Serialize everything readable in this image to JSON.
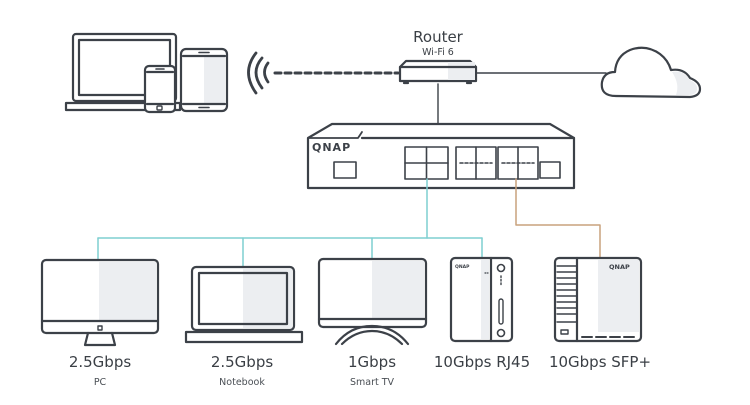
{
  "colors": {
    "outline": "#3c4148",
    "shade": "#eceef1",
    "teal_link": "#7fcfd1",
    "copper_link": "#c9a27d",
    "text": "#3a3f45"
  },
  "router": {
    "title": "Router",
    "subtitle": "Wi-Fi 6",
    "icon": "router-icon"
  },
  "switch": {
    "brand": "QNAP",
    "icon": "network-switch-icon"
  },
  "cloud": {
    "icon": "cloud-icon"
  },
  "wireless_clients": [
    {
      "icon": "laptop-icon"
    },
    {
      "icon": "smartphone-icon"
    },
    {
      "icon": "tablet-icon"
    }
  ],
  "wifi_signal": {
    "icon": "wifi-signal-icon"
  },
  "wired_devices": [
    {
      "speed": "2.5Gbps",
      "name": "PC",
      "icon": "monitor-icon"
    },
    {
      "speed": "2.5Gbps",
      "name": "Notebook",
      "icon": "laptop-icon"
    },
    {
      "speed": "1Gbps",
      "name": "Smart TV",
      "icon": "tv-icon"
    },
    {
      "speed": "10Gbps RJ45",
      "name": "",
      "icon": "nas-2bay-icon",
      "brand": "QNAP"
    },
    {
      "speed": "10Gbps SFP+",
      "name": "",
      "icon": "nas-multibay-icon",
      "brand": "QNAP"
    }
  ]
}
